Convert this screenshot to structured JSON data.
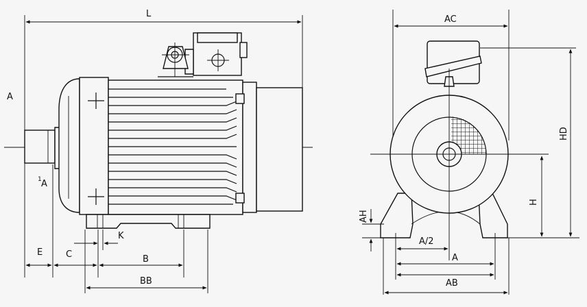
{
  "side_view": {
    "labels": {
      "L": "L",
      "A_left": "A",
      "A1": "A",
      "A1_prefix": "1",
      "E": "E",
      "C": "C",
      "K": "K",
      "B": "B",
      "BB": "BB"
    }
  },
  "front_view": {
    "labels": {
      "AC": "AC",
      "HD": "HD",
      "H": "H",
      "AH": "AH",
      "A_half": "A/2",
      "A": "A",
      "AB": "AB"
    }
  }
}
